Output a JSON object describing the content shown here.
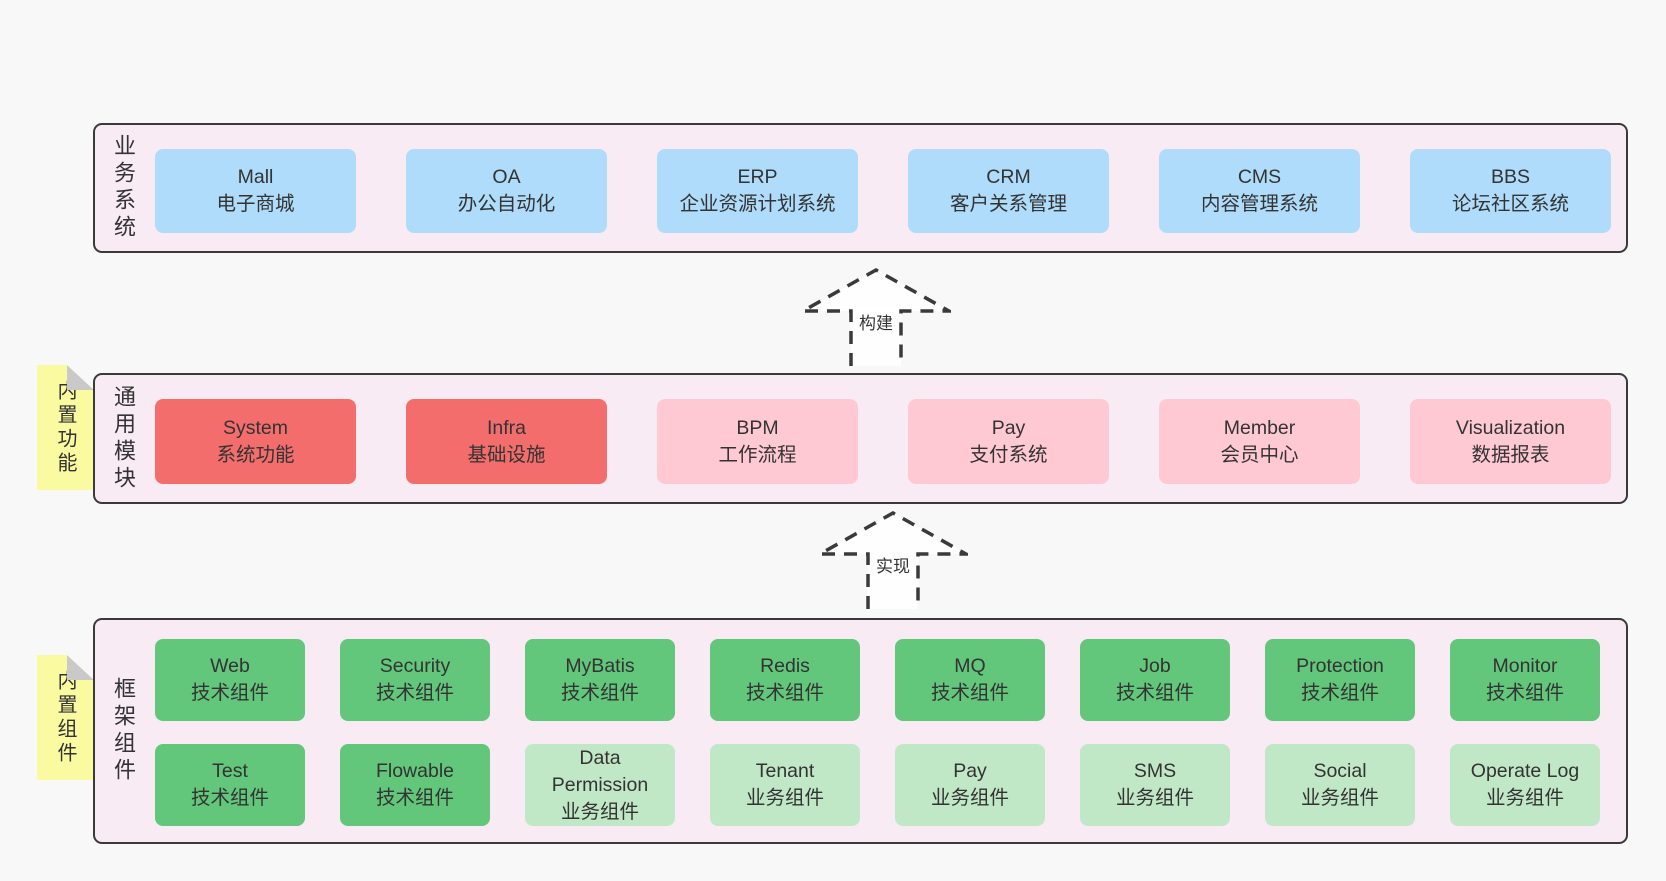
{
  "colors": {
    "page_bg": "#f8f8f8",
    "layer_bg": "#f8ebf4",
    "border": "#3a3a3a",
    "business_box_blue": "#aedcfa",
    "core_module_red": "#f46d6d",
    "optional_module_pink": "#ffc9d3",
    "tech_component_green": "#62c77a",
    "biz_component_lightgreen": "#c1e8c6",
    "sticky_note_yellow": "#fafaa1",
    "note_fold_gray": "#c9c9c9",
    "text": "#333333"
  },
  "arrows": [
    {
      "label": "构建"
    },
    {
      "label": "实现"
    }
  ],
  "layers": [
    {
      "label": "业务系统",
      "rows": [
        [
          {
            "title": "Mall",
            "subtitle": "电子商城"
          },
          {
            "title": "OA",
            "subtitle": "办公自动化"
          },
          {
            "title": "ERP",
            "subtitle": "企业资源计划系统"
          },
          {
            "title": "CRM",
            "subtitle": "客户关系管理"
          },
          {
            "title": "CMS",
            "subtitle": "内容管理系统"
          },
          {
            "title": "BBS",
            "subtitle": "论坛社区系统"
          }
        ]
      ]
    },
    {
      "label": "通用模块",
      "note": "内置功能",
      "rows": [
        [
          {
            "title": "System",
            "subtitle": "系统功能"
          },
          {
            "title": "Infra",
            "subtitle": "基础设施"
          },
          {
            "title": "BPM",
            "subtitle": "工作流程"
          },
          {
            "title": "Pay",
            "subtitle": "支付系统"
          },
          {
            "title": "Member",
            "subtitle": "会员中心"
          },
          {
            "title": "Visualization",
            "subtitle": "数据报表"
          }
        ]
      ]
    },
    {
      "label": "框架组件",
      "note": "内置组件",
      "rows": [
        [
          {
            "title": "Web",
            "subtitle": "技术组件"
          },
          {
            "title": "Security",
            "subtitle": "技术组件"
          },
          {
            "title": "MyBatis",
            "subtitle": "技术组件"
          },
          {
            "title": "Redis",
            "subtitle": "技术组件"
          },
          {
            "title": "MQ",
            "subtitle": "技术组件"
          },
          {
            "title": "Job",
            "subtitle": "技术组件"
          },
          {
            "title": "Protection",
            "subtitle": "技术组件"
          },
          {
            "title": "Monitor",
            "subtitle": "技术组件"
          }
        ],
        [
          {
            "title": "Test",
            "subtitle": "技术组件"
          },
          {
            "title": "Flowable",
            "subtitle": "技术组件"
          },
          {
            "title": "Data Permission",
            "subtitle": "业务组件"
          },
          {
            "title": "Tenant",
            "subtitle": "业务组件"
          },
          {
            "title": "Pay",
            "subtitle": "业务组件"
          },
          {
            "title": "SMS",
            "subtitle": "业务组件"
          },
          {
            "title": "Social",
            "subtitle": "业务组件"
          },
          {
            "title": "Operate Log",
            "subtitle": "业务组件"
          }
        ]
      ]
    }
  ]
}
